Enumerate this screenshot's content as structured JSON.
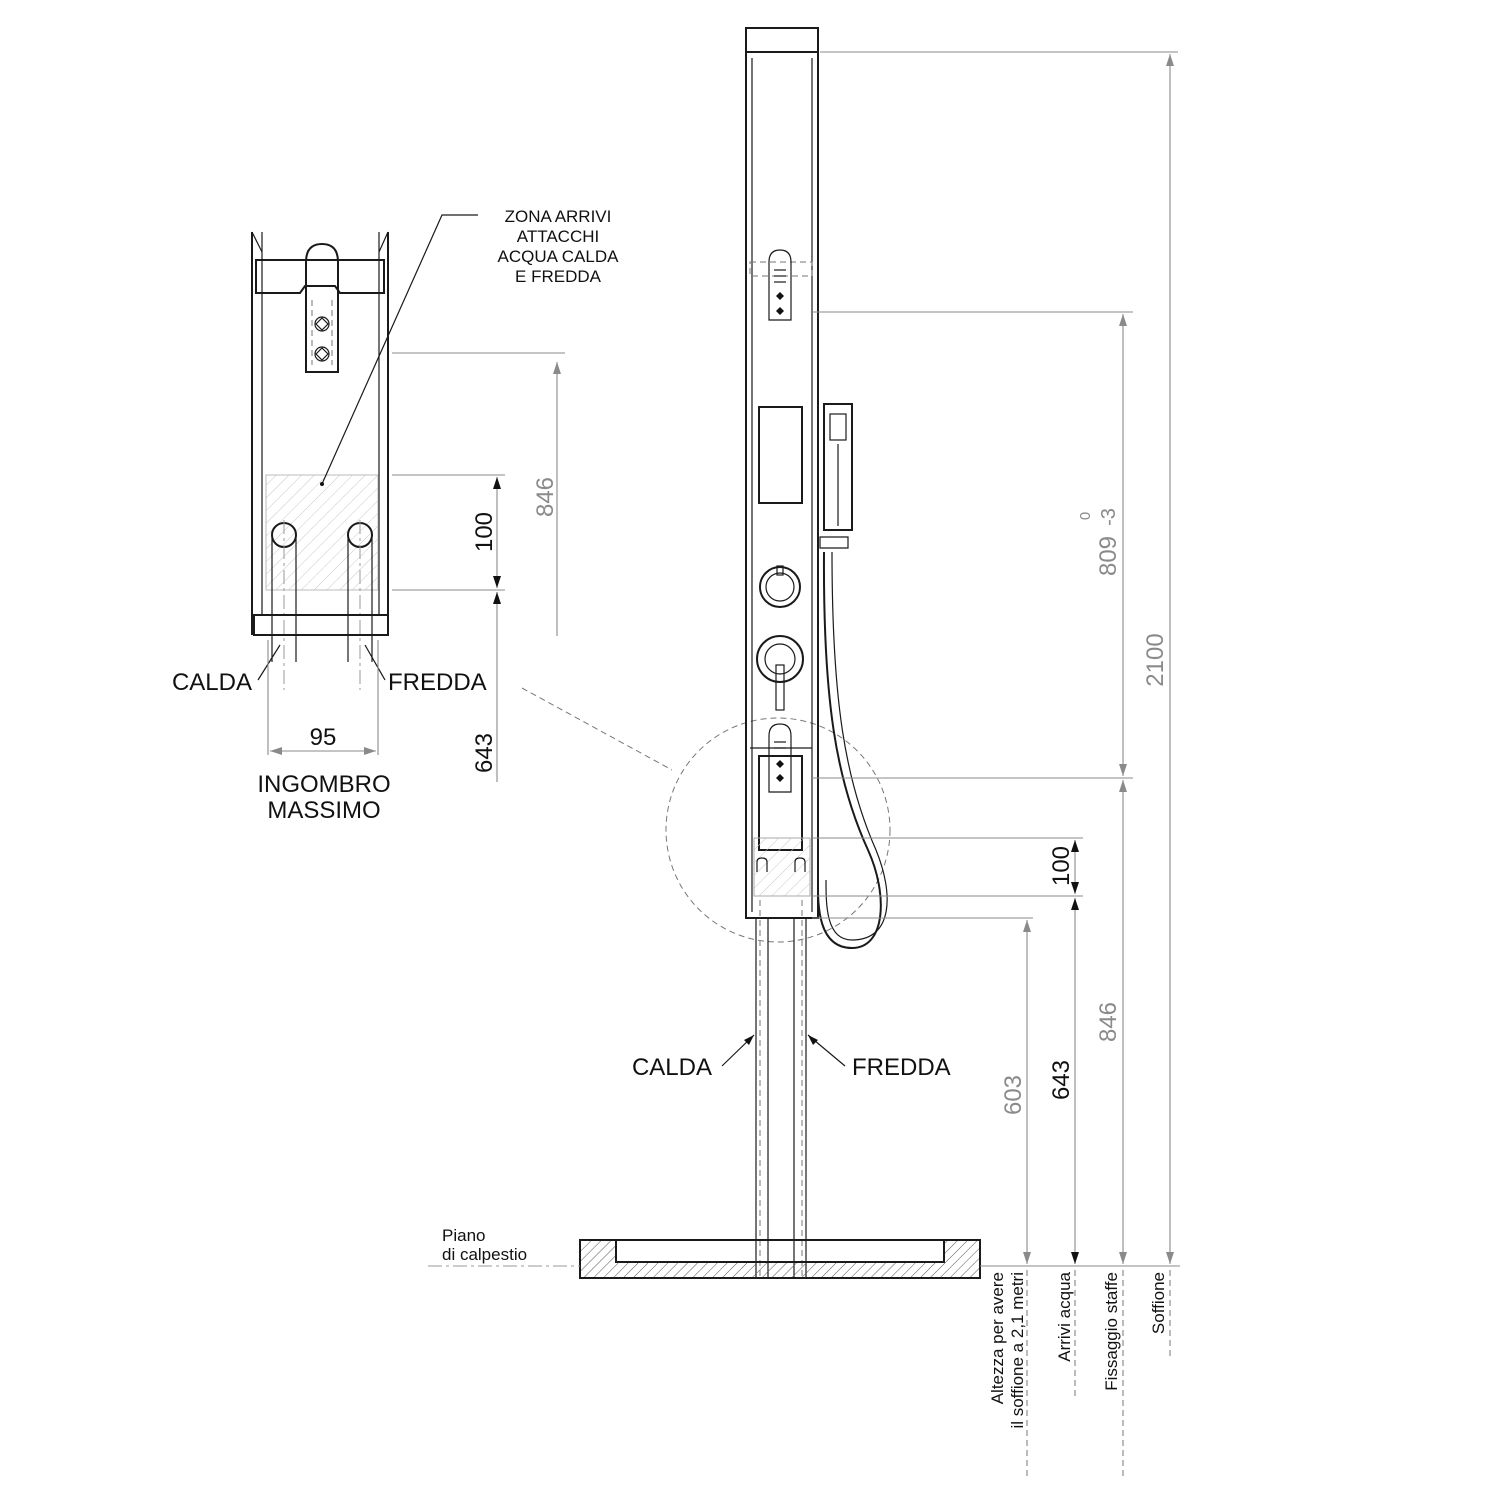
{
  "notes": {
    "zona_line1": "ZONA ARRIVI",
    "zona_line2": "ATTACCHI",
    "zona_line3": "ACQUA CALDA",
    "zona_line4": "E FREDDA",
    "ingombro_line1": "INGOMBRO",
    "ingombro_line2": "MASSIMO",
    "piano_line1": "Piano",
    "piano_line2": "di calpestio"
  },
  "pipes": {
    "hot": "CALDA",
    "cold": "FREDDA"
  },
  "detail_dimensions": {
    "height_846": "846",
    "height_100": "100",
    "height_643": "643",
    "width_95": "95"
  },
  "main_dimensions": {
    "total_2100": "2100",
    "brackets_809": "809",
    "tolerance_upper": "0",
    "tolerance_lower": "-3",
    "height_846": "846",
    "height_643": "643",
    "height_603": "603",
    "height_100": "100"
  },
  "references": {
    "altezza_line1": "Altezza per avere",
    "altezza_line2": "il soffione a 2,1 metri",
    "arrivi": "Arrivi acqua",
    "fissaggio": "Fissaggio staffe",
    "soffione": "Soffione"
  }
}
